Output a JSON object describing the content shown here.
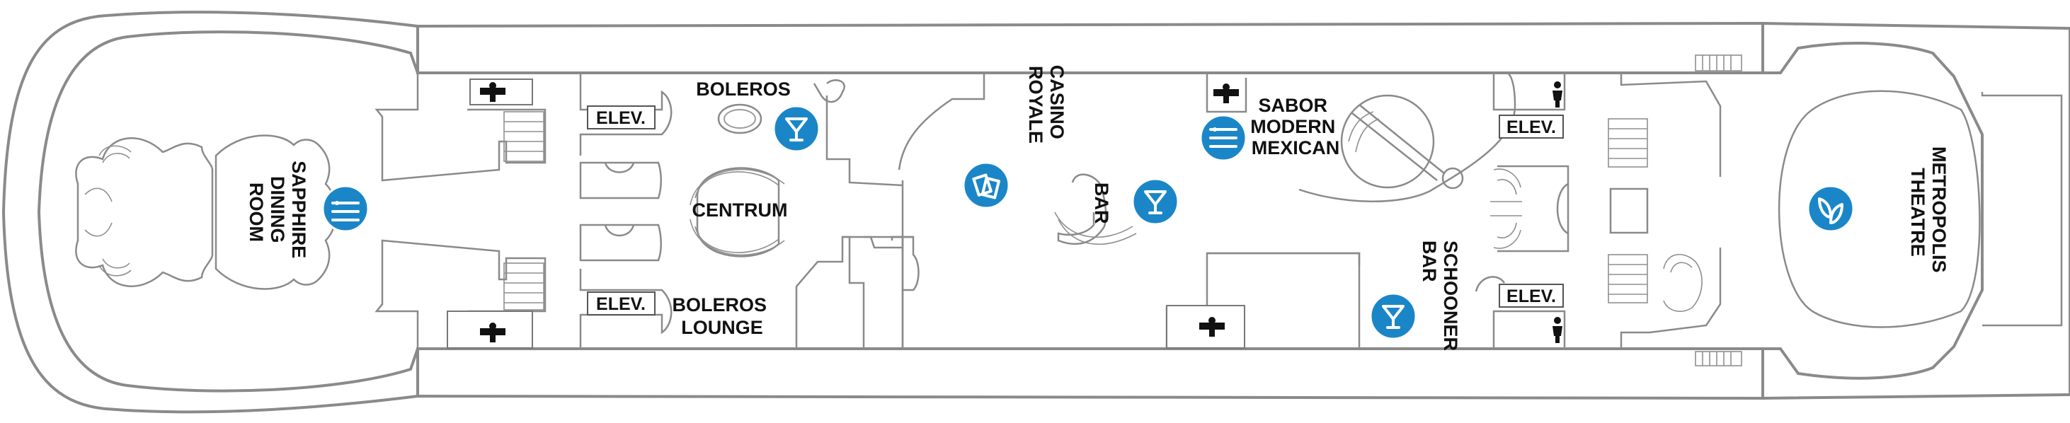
{
  "venues": {
    "sapphire": [
      "SAPPHIRE",
      "DINING",
      "ROOM"
    ],
    "boleros": "BOLEROS",
    "centrum": "CENTRUM",
    "boleros_lounge": [
      "BOLEROS",
      "LOUNGE"
    ],
    "casino": [
      "CASINO",
      "ROYALE"
    ],
    "bar": "BAR",
    "sabor": [
      "SABOR",
      "MODERN",
      "MEXICAN"
    ],
    "schooner": [
      "SCHOONER",
      "BAR"
    ],
    "metropolis": [
      "METROPOLIS",
      "THEATRE"
    ]
  },
  "elevator_label": "ELEV.",
  "icons": {
    "dining": "dining-icon",
    "bar": "cocktail-icon",
    "casino": "casino-cards-icon",
    "theatre": "theatre-masks-icon",
    "restroom": "restroom-icon"
  },
  "colors": {
    "icon_blue": "#1a86c8",
    "outline_gray": "#8a8a8a"
  }
}
